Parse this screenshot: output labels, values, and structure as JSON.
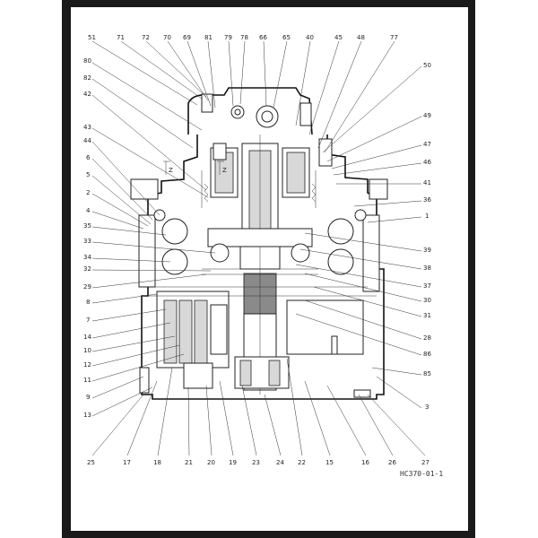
{
  "diagram": {
    "drawing_code": "HC370-01-1",
    "callouts_top": [
      "51",
      "71",
      "72",
      "70",
      "69",
      "81",
      "79",
      "78",
      "66",
      "65",
      "40",
      "45",
      "48",
      "77"
    ],
    "callouts_left": [
      "80",
      "82",
      "42",
      "43",
      "44",
      "6",
      "5",
      "2",
      "4",
      "35",
      "33",
      "34",
      "32",
      "29",
      "8",
      "7",
      "14",
      "10",
      "12",
      "11",
      "9",
      "13"
    ],
    "callouts_right": [
      "50",
      "49",
      "47",
      "46",
      "41",
      "36",
      "1",
      "39",
      "38",
      "37",
      "30",
      "31",
      "28",
      "86",
      "85",
      "3"
    ],
    "callouts_bottom": [
      "25",
      "17",
      "18",
      "21",
      "20",
      "19",
      "23",
      "24",
      "22",
      "15",
      "16",
      "26",
      "27"
    ],
    "axis_labels": [
      "Z",
      "Z"
    ]
  }
}
